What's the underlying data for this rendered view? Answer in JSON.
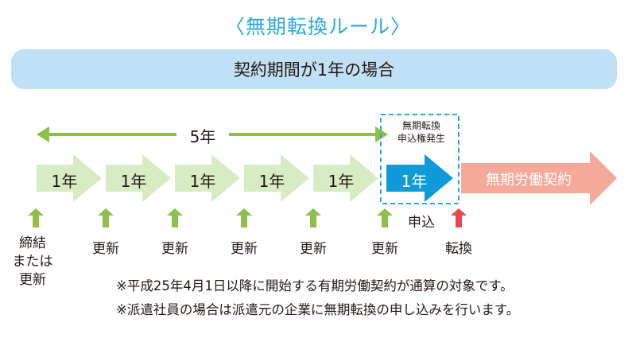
{
  "title": "〈無期転換ルール〉",
  "banner": "契約期間が1年の場合",
  "span_label": "5年",
  "years": [
    "1年",
    "1年",
    "1年",
    "1年",
    "1年"
  ],
  "final_year": "1年",
  "permanent_label": "無期労働契約",
  "right_box_label": [
    "無期転換",
    "申込権発生"
  ],
  "events": {
    "first": [
      "締結",
      "または",
      "更新"
    ],
    "renewals": [
      "更新",
      "更新",
      "更新",
      "更新",
      "更新"
    ],
    "apply": "申込",
    "convert": "転換"
  },
  "notes": [
    "※平成25年4月1日以降に開始する有期労働契約が通算の対象です。",
    "※派遣社員の場合は派遣元の企業に無期転換の申し込みを行います。"
  ],
  "colors": {
    "title": "#2ea7e0",
    "banner_bg": "#bfe0f5",
    "green_arrow": "#d8ecc4",
    "green_up": "#8cc04b",
    "span_arrow": "#8cc04b",
    "blue_arrow": "#0f9ad8",
    "pink_arrow": "#f5a99a",
    "red_up": "#e9474e",
    "dash_box": "#2ea7e0"
  }
}
